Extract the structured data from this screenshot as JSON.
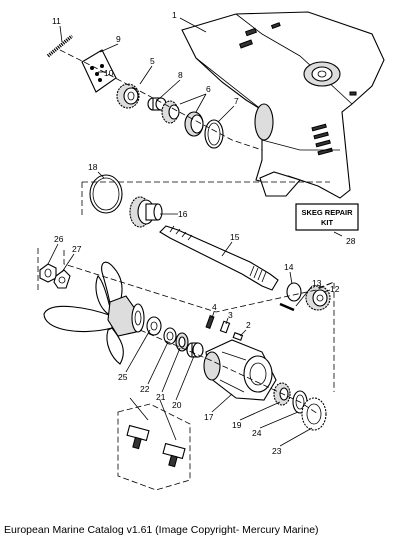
{
  "callouts": [
    {
      "id": "1",
      "label": "1"
    },
    {
      "id": "2",
      "label": "2"
    },
    {
      "id": "3",
      "label": "3"
    },
    {
      "id": "4",
      "label": "4"
    },
    {
      "id": "5",
      "label": "5"
    },
    {
      "id": "6",
      "label": "6"
    },
    {
      "id": "7",
      "label": "7"
    },
    {
      "id": "8",
      "label": "8"
    },
    {
      "id": "9",
      "label": "9"
    },
    {
      "id": "10",
      "label": "10"
    },
    {
      "id": "11",
      "label": "11"
    },
    {
      "id": "12",
      "label": "12"
    },
    {
      "id": "13",
      "label": "13"
    },
    {
      "id": "14",
      "label": "14"
    },
    {
      "id": "15",
      "label": "15"
    },
    {
      "id": "16",
      "label": "16"
    },
    {
      "id": "17",
      "label": "17"
    },
    {
      "id": "18",
      "label": "18"
    },
    {
      "id": "19",
      "label": "19"
    },
    {
      "id": "20",
      "label": "20"
    },
    {
      "id": "21",
      "label": "21"
    },
    {
      "id": "22",
      "label": "22"
    },
    {
      "id": "23",
      "label": "23"
    },
    {
      "id": "24",
      "label": "24"
    },
    {
      "id": "25",
      "label": "25"
    },
    {
      "id": "26",
      "label": "26"
    },
    {
      "id": "27",
      "label": "27"
    },
    {
      "id": "28",
      "label": "28"
    }
  ],
  "kit_box": {
    "line1": "SKEG REPAIR",
    "line2": "KIT"
  },
  "caption": "European Marine Catalog v1.61 (Image Copyright- Mercury Marine)"
}
